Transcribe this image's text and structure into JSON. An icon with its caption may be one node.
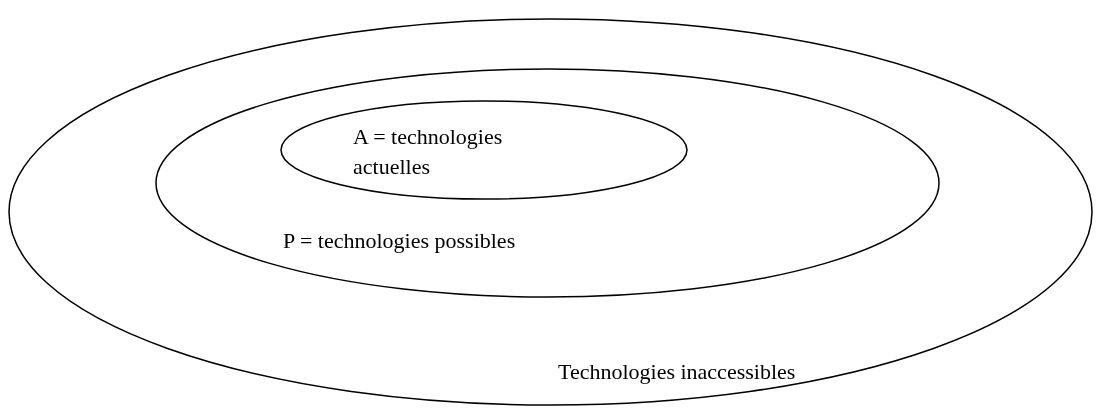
{
  "diagram": {
    "nodes": [
      {
        "text": [
          "Technologies inaccessibles"
        ]
      },
      {
        "text": [
          "P = technologies possibles"
        ],
        "in": 0
      },
      {
        "text": [
          "A = technologies actuelles"
        ],
        "in": 1
      }
    ]
  }
}
